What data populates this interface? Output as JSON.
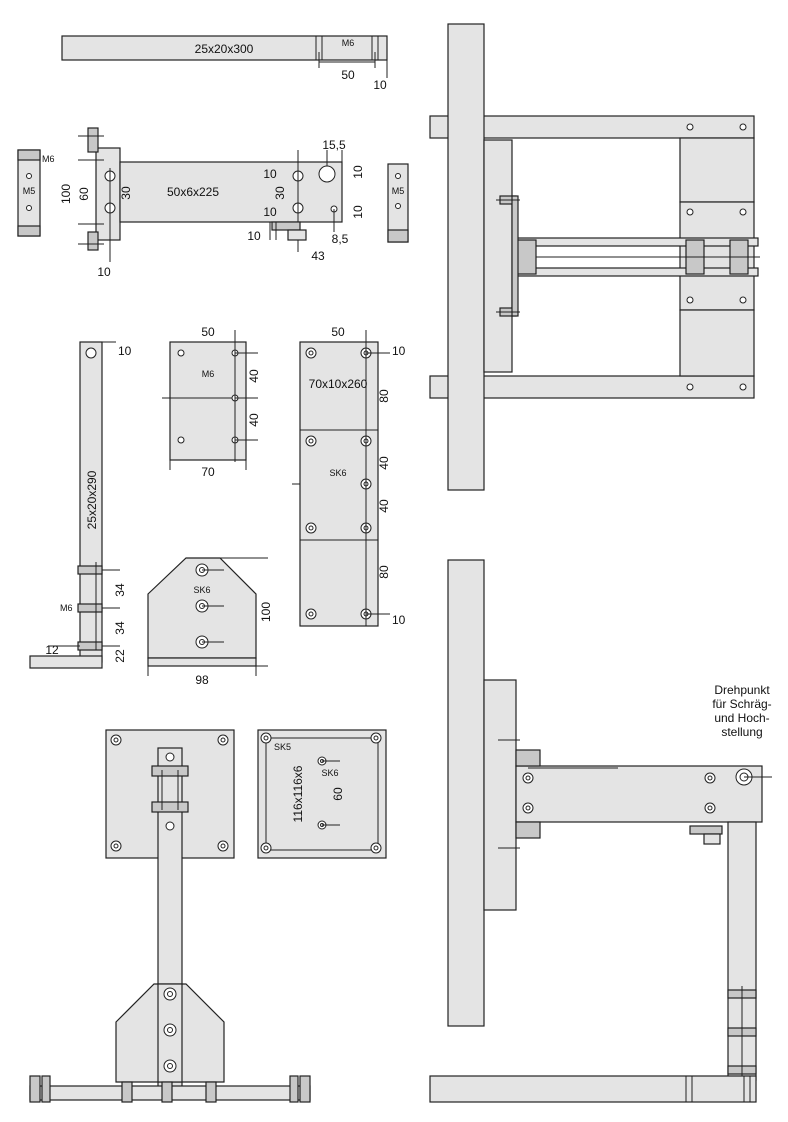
{
  "labels": {
    "bar_top": "25x20x300",
    "m6": "M6",
    "m5": "M5",
    "d50": "50",
    "d10": "10",
    "d100": "100",
    "d60": "60",
    "d30": "30",
    "flat_bar": "50x6x225",
    "d15_5": "15,5",
    "d8_5": "8,5",
    "d43": "43",
    "d40": "40",
    "d70": "70",
    "plate_long": "70x10x260",
    "sk6": "SK6",
    "d80": "80",
    "upright": "25x20x290",
    "d34": "34",
    "d12": "12",
    "d22": "22",
    "d98": "98",
    "sk5": "SK5",
    "plate_sq": "116x116x6",
    "pivot_1": "Drehpunkt",
    "pivot_2": "für Schräg-",
    "pivot_3": "und Hoch-",
    "pivot_4": "stellung"
  }
}
